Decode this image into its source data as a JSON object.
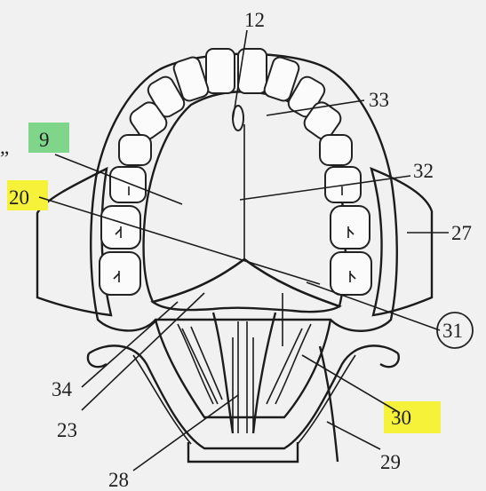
{
  "diagram": {
    "labels": {
      "l12": "12",
      "l33": "33",
      "l9": "9",
      "l32": "32",
      "l20": "20",
      "l27": "27",
      "l31": "31",
      "l34": "34",
      "l23": "23",
      "l30": "30",
      "l28": "28",
      "l29": "29",
      "quote": "”"
    },
    "highlight_colors": {
      "green": "#7fd68a",
      "yellow": "#f6f23a"
    }
  }
}
